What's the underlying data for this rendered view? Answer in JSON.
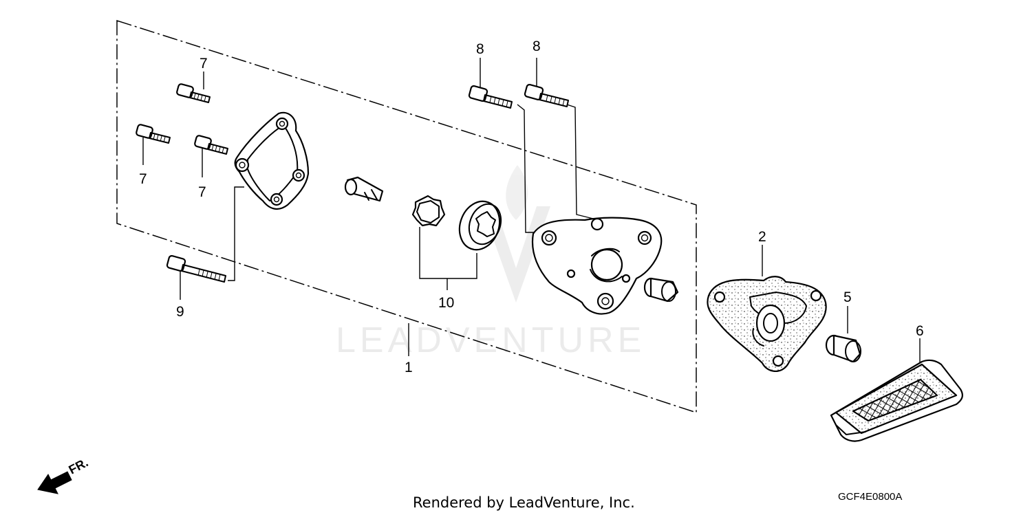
{
  "diagram": {
    "watermark": "LEADVENTURE",
    "direction_indicator": "FR.",
    "footer_text": "Rendered by LeadVenture, Inc.",
    "diagram_code": "GCF4E0800A",
    "callouts": {
      "c1": "1",
      "c2": "2",
      "c5": "5",
      "c6": "6",
      "c7a": "7",
      "c7b": "7",
      "c7c": "7",
      "c8a": "8",
      "c8b": "8",
      "c9": "9",
      "c10": "10"
    },
    "icons": [
      "leadventure-logo-icon",
      "front-direction-arrow-icon"
    ]
  }
}
